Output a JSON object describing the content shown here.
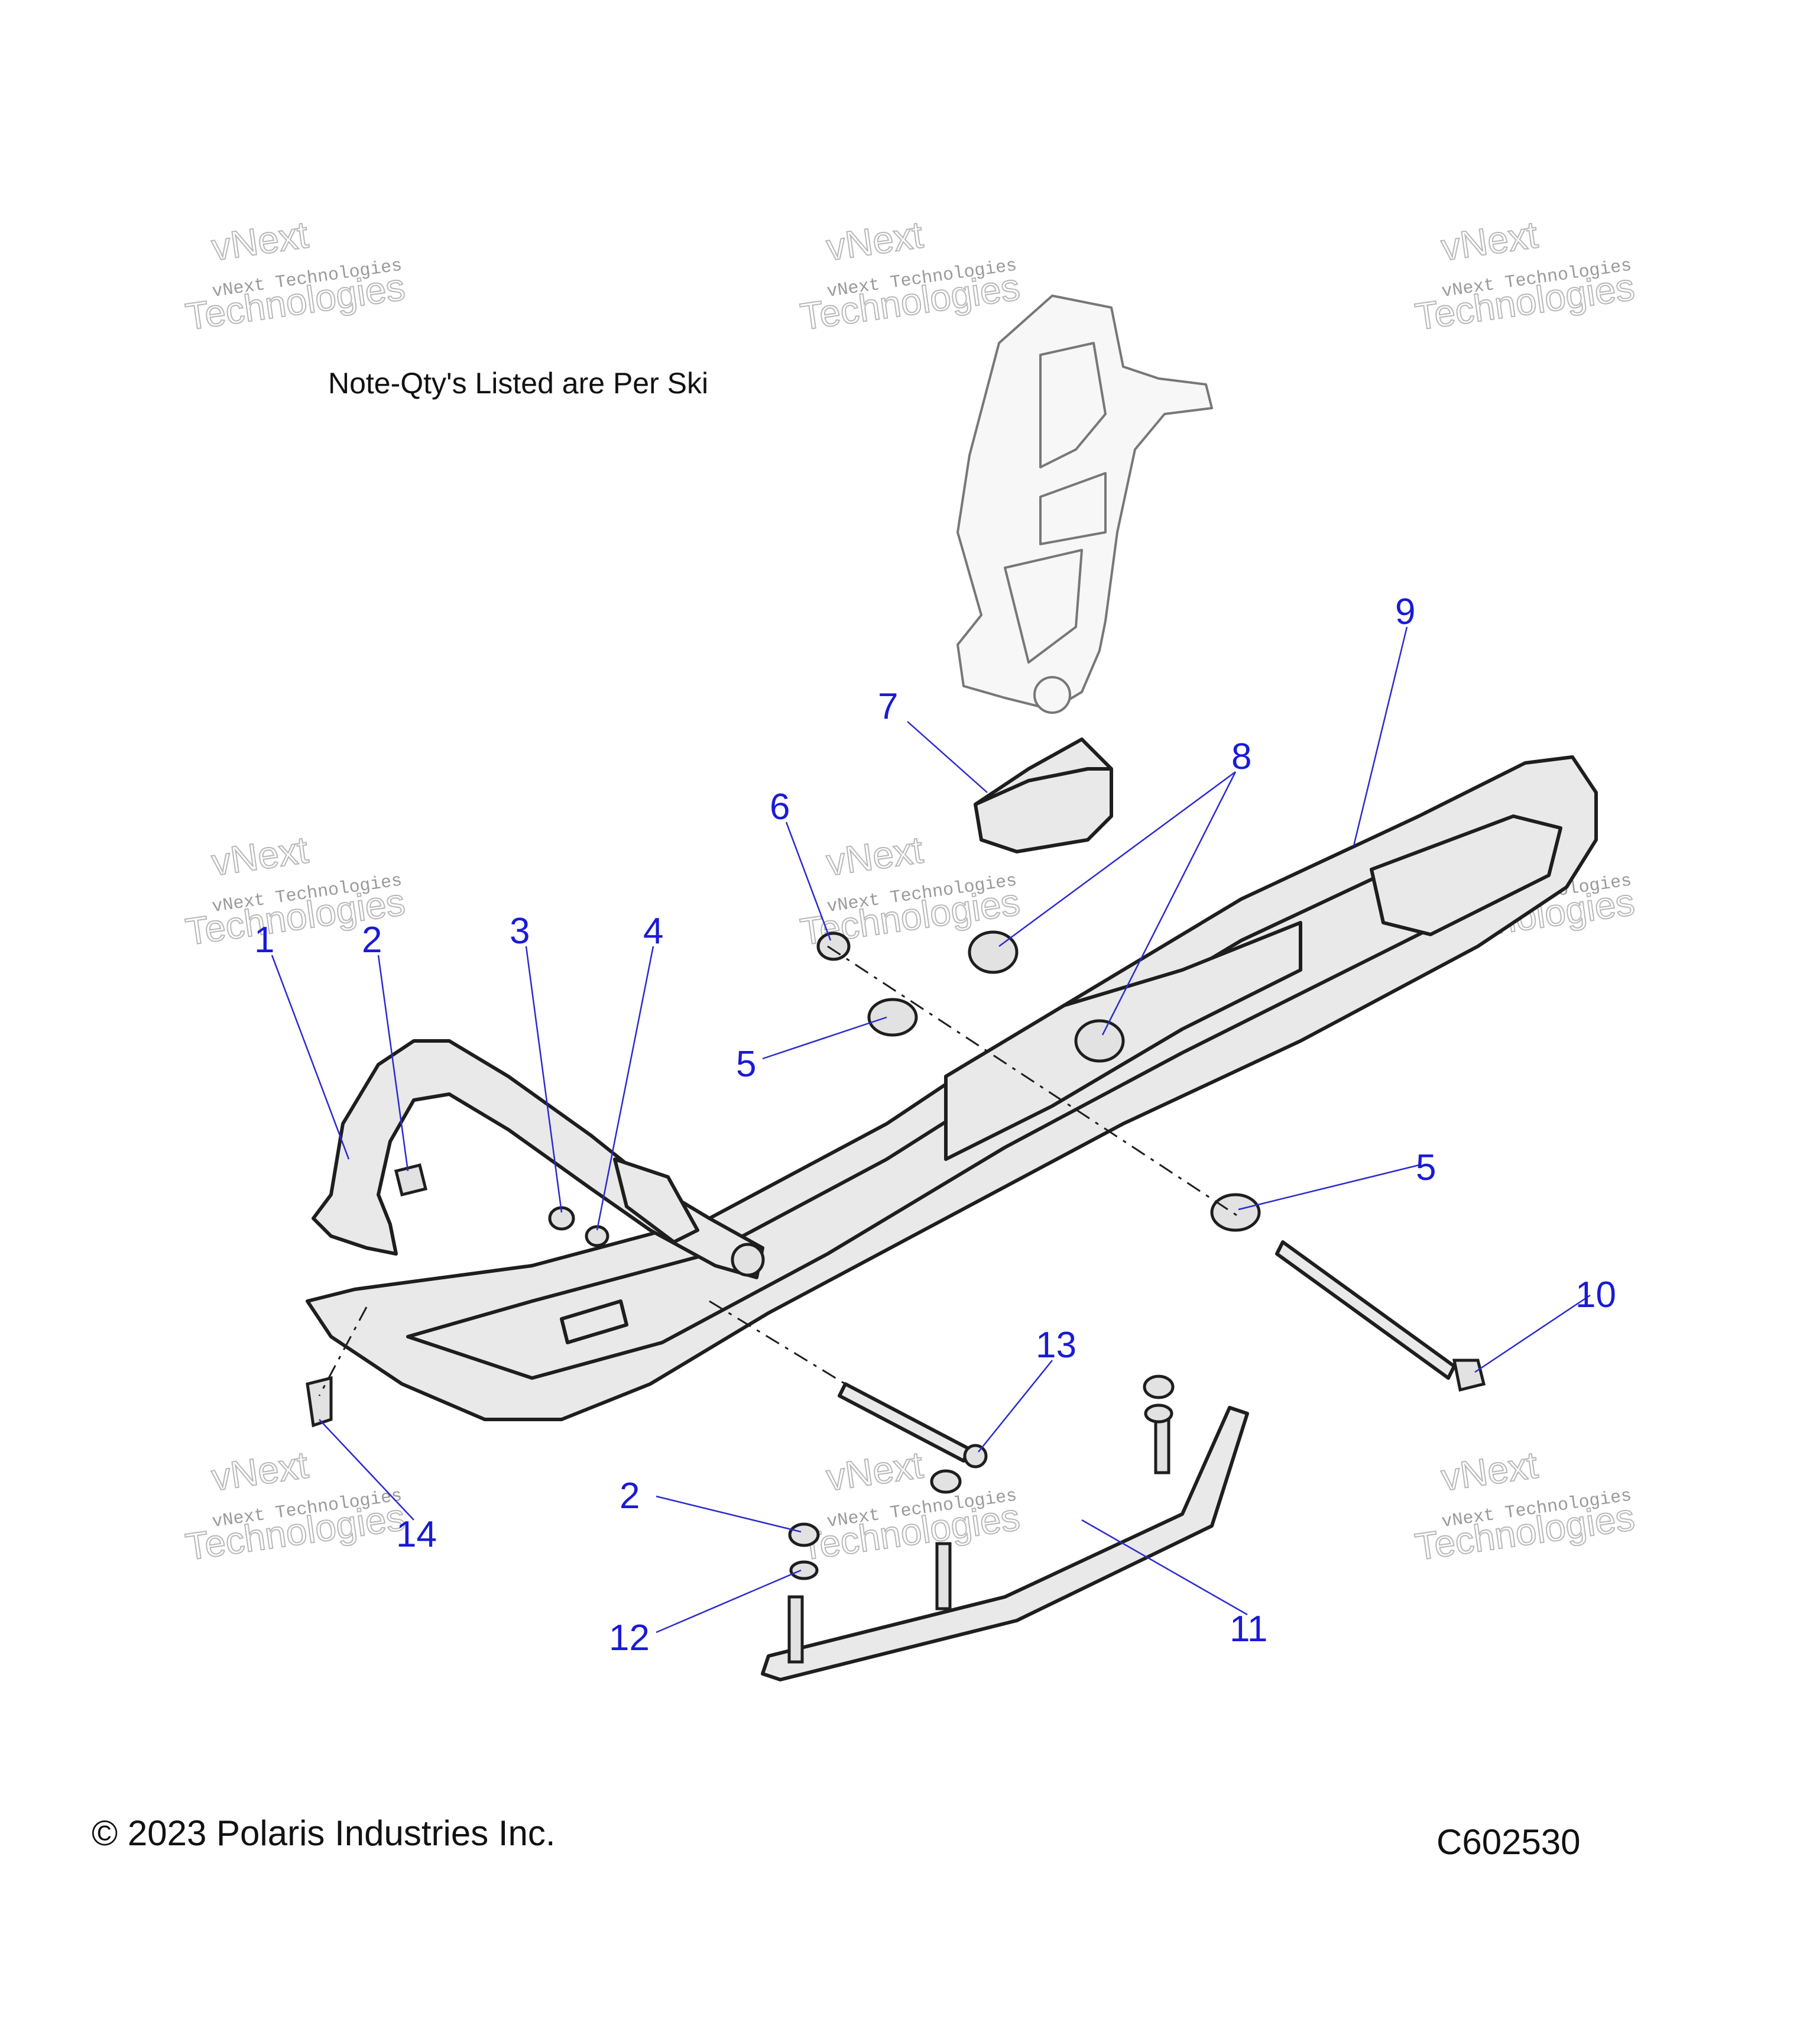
{
  "note": "Note-Qty's Listed are Per Ski",
  "copyright": "© 2023 Polaris Industries Inc.",
  "diagram_id": "C602530",
  "watermark": {
    "line1": "vNext Technologies",
    "line2": "vNext",
    "line3": "Technologies"
  },
  "callouts": [
    "1",
    "2",
    "3",
    "4",
    "5",
    "6",
    "7",
    "8",
    "9",
    "5",
    "10",
    "13",
    "2",
    "12",
    "11",
    "14"
  ],
  "colors": {
    "callout": "#1a1ad6",
    "line": "#1e1e1e"
  }
}
